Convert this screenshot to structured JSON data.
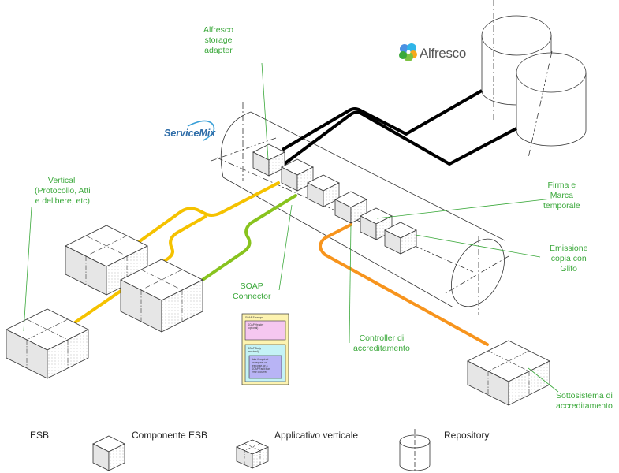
{
  "logos": {
    "alfresco": "Alfresco",
    "servicemix_prefix": "Service",
    "servicemix_suffix": "Mix"
  },
  "labels": {
    "alfresco_storage_adapter": [
      "Alfresco",
      "storage",
      "adapter"
    ],
    "verticali": [
      "Verticali",
      "(Protocollo, Atti",
      "e delibere, etc)"
    ],
    "firma_marca": [
      "Firma e",
      "Marca",
      "temporale"
    ],
    "emissione_copia": [
      "Emissione",
      "copia con",
      "Glifo"
    ],
    "soap_connector": [
      "SOAP",
      "Connector"
    ],
    "controller": [
      "Controller di",
      "accreditamento"
    ],
    "sottosistema": [
      "Sottosistema di",
      "accreditamento"
    ]
  },
  "soap_envelope": {
    "title": "SOAP Envelope",
    "header": [
      "SOAP Header",
      "(optional)"
    ],
    "body": [
      "SOAP Body",
      "(required)"
    ],
    "content": [
      "data if required",
      "for request or",
      "response, or a",
      "SOAP Fault if an",
      "error occurred"
    ]
  },
  "legend": {
    "esb": "ESB",
    "componente": "Componente ESB",
    "applicativo": "Applicativo verticale",
    "repository": "Repository"
  },
  "colors": {
    "label_green": "#3aa83a",
    "connector_yellow": "#f5c200",
    "connector_green": "#88c31e",
    "connector_orange": "#f7941d",
    "connector_black": "#000000",
    "servicemix_blue": "#2f6da8"
  }
}
